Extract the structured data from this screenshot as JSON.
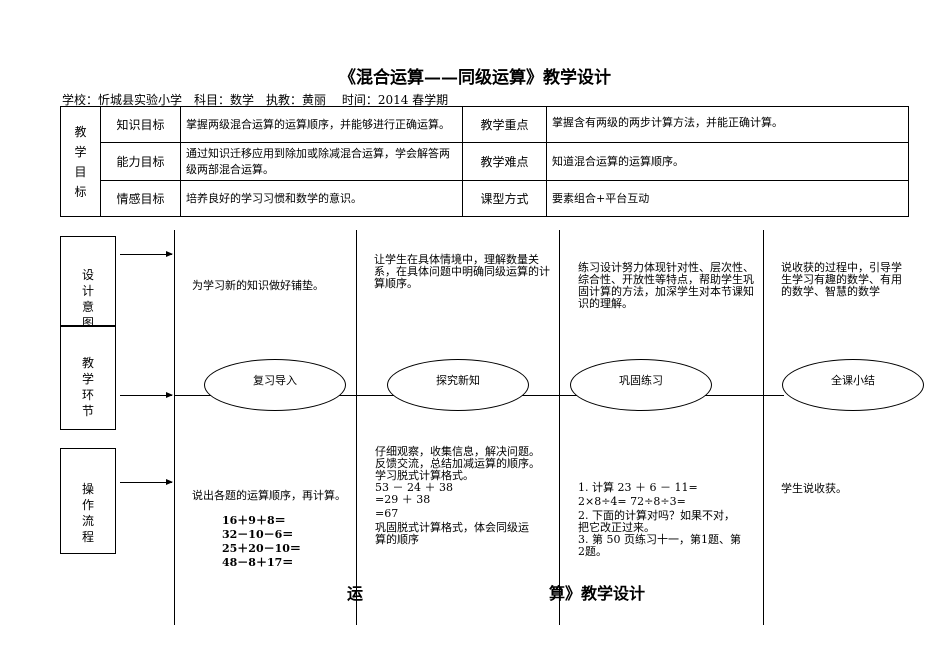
{
  "title": "《混合运算——同级运算》教学设计",
  "meta": "学校：忻城县实验小学　科目：数学　执教：黄丽　 时间：2014 春学期",
  "goals": {
    "side_label": [
      "教",
      "学",
      "目",
      "标"
    ],
    "rows": [
      {
        "label": "知识目标",
        "text": "掌握两级混合运算的运算顺序，并能够进行正确运算。",
        "key_label": "教学重点",
        "key_text": "掌握含有两级的两步计算方法，并能正确计算。"
      },
      {
        "label": "能力目标",
        "text": "通过知识迁移应用到除加或除减混合运算，学会解答两级两部混合运算。",
        "key_label": "教学难点",
        "key_text": "知道混合运算的运算顺序。"
      },
      {
        "label": "情感目标",
        "text": "培养良好的学习习惯和数学的意识。",
        "key_label": "课型方式",
        "key_text": "要素组合+平台互动"
      }
    ]
  },
  "flow": {
    "row_labels": [
      [
        "设",
        "计",
        "意",
        "图"
      ],
      [
        "教",
        "学",
        "环",
        "节"
      ],
      [
        "操",
        "作",
        "流",
        "程"
      ]
    ],
    "intents": [
      "为学习新的知识做好铺垫。",
      "让学生在具体情境中，理解数量关系，在具体问题中明确同级运算的计算顺序。",
      "练习设计努力体现针对性、层次性、综合性、开放性等特点，帮助学生巩固计算的方法，加深学生对本节课知识的理解。",
      "说收获的过程中，引导学生学习有趣的数学、有用的数学、智慧的数学"
    ],
    "stages": [
      "复习导入",
      "探究新知",
      "巩固练习",
      "全课小结"
    ],
    "ops": {
      "c1_intro": "说出各题的运算顺序，再计算。",
      "c1_eqs": [
        "16＋9＋8＝",
        "32－10－6＝",
        "25＋20－10＝",
        "48－8＋17＝"
      ],
      "c2_lines": [
        "仔细观察，收集信息，解决问题。",
        "反馈交流，总结加减运算的顺序。",
        "学习脱式计算格式。",
        "53 － 24 ＋ 38",
        " =29 ＋ 38",
        "=67",
        "巩固脱式计算格式，体会同级运",
        "算的顺序"
      ],
      "c3_lines": [
        "1. 计算 23 ＋ 6 － 11=",
        "2×8÷4=  72÷8÷3=",
        "2. 下面的计算对吗？如果不对，",
        "把它改正过来。",
        "3. 第 50 页练习十一，第1题、第",
        "2题。"
      ],
      "c4": "学生说收获。"
    },
    "ghost_left": "运",
    "ghost_right": "算》教学设计"
  }
}
